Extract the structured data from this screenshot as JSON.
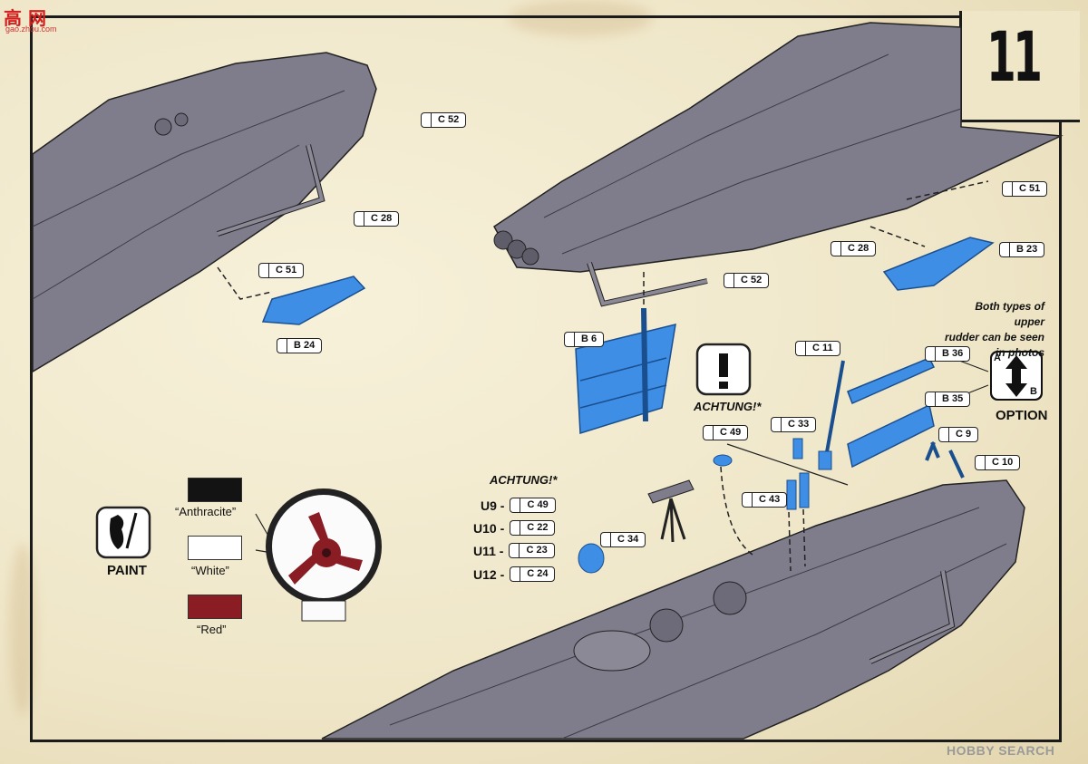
{
  "page": {
    "step_number": "11",
    "site_logo": "高 网",
    "site_url": "gao.zhou.com",
    "watermark": "HOBBY SEARCH"
  },
  "labels": {
    "c52_a": "C 52",
    "c28_a": "C 28",
    "c51_a": "C 51",
    "b24": "B 24",
    "c51_b": "C 51",
    "c28_b": "C 28",
    "b23": "B 23",
    "c52_b": "C 52",
    "b6": "B 6",
    "c11": "C 11",
    "b36": "B 36",
    "b35": "B 35",
    "c33": "C 33",
    "c49": "C 49",
    "c9": "C 9",
    "c10": "C 10",
    "c43": "C 43",
    "c34": "C 34"
  },
  "warning": {
    "label_top": "ACHTUNG!*",
    "label_variants": "ACHTUNG!*"
  },
  "variants": [
    {
      "boat": "U9 -",
      "part": "C 49"
    },
    {
      "boat": "U10 -",
      "part": "C 22"
    },
    {
      "boat": "U11 -",
      "part": "C 23"
    },
    {
      "boat": "U12 -",
      "part": "C 24"
    }
  ],
  "option": {
    "note_line1": "Both types of upper",
    "note_line2": "rudder can be seen",
    "note_line3": "in photos",
    "a_label": "A",
    "b_label": "B",
    "title": "OPTION"
  },
  "paint": {
    "title": "PAINT",
    "colors": [
      {
        "name": "“Anthracite”",
        "hex": "#131313"
      },
      {
        "name": "“White”",
        "hex": "#ffffff"
      },
      {
        "name": "“Red”",
        "hex": "#8a1c24"
      }
    ]
  },
  "colors": {
    "hull": "#7f7d8c",
    "part_highlight": "#3f8ee6",
    "paper": "#efe6c8"
  }
}
